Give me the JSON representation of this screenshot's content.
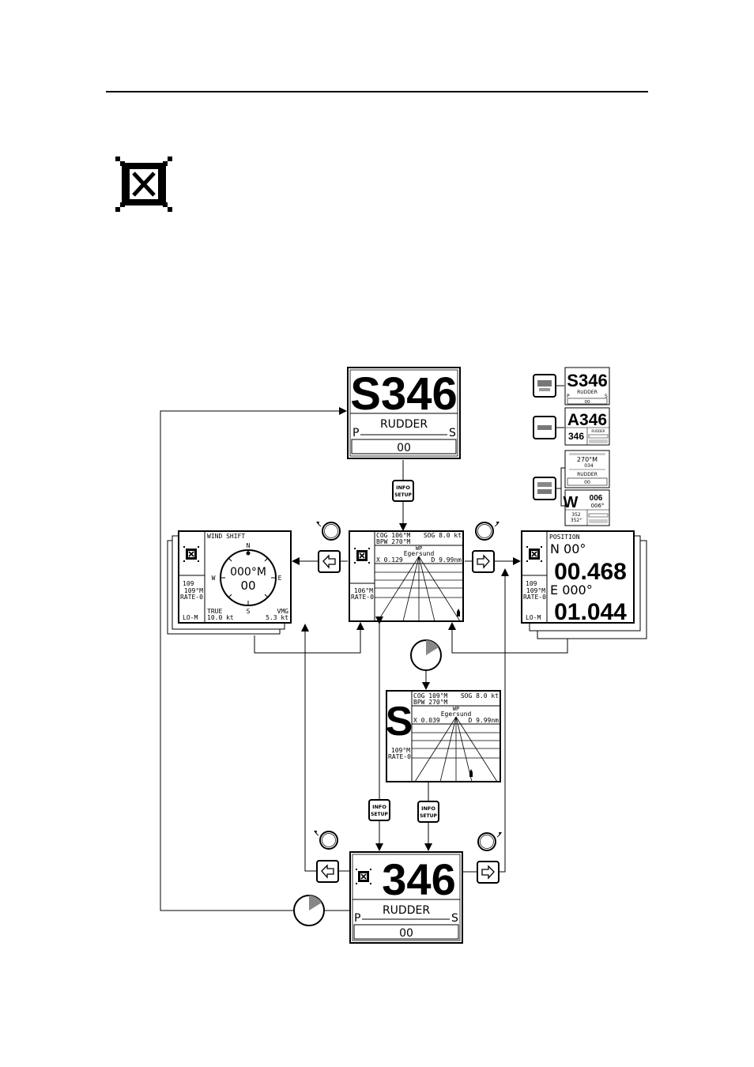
{
  "screens": {
    "standby_top": {
      "heading": "S346",
      "label": "RUDDER",
      "port": "P",
      "stbd": "S",
      "value": "00"
    },
    "nav_center": {
      "cog": "COG 106°M",
      "sog": "SOG  8.0 kt",
      "bpw": "BPW 270°M",
      "wp": "WP",
      "wp_name": "Egersund",
      "xte": "X 0.129",
      "dist": "D  9.99nm",
      "heading": "106°M",
      "rate": "RATE-0"
    },
    "wind_left": {
      "title": "WIND SHIFT",
      "n": "N",
      "e": "E",
      "s": "S",
      "w": "W",
      "angle": "000°M",
      "value": "00",
      "head1": "109",
      "head2": "109°M",
      "rate": "RATE-0",
      "mode": "LO-M",
      "true_label": "TRUE",
      "true_val": "10.0 kt",
      "vmg_label": "VMG",
      "vmg_val": "5.3 kt"
    },
    "pos_right": {
      "title": "POSITION",
      "lat_deg": "N  00°",
      "lat_min": "00.468",
      "lon_deg": "E 000°",
      "lon_min": "01.044",
      "head1": "109",
      "head2": "109°M",
      "rate": "RATE-0",
      "mode": "LO-M"
    },
    "nav_middle": {
      "mode_letter": "S",
      "cog": "COG 109°M",
      "sog": "SOG  8.0 kt",
      "bpw": "BPW 270°M",
      "wp": "WP",
      "wp_name": "Egersund",
      "xte": "X 0.039",
      "dist": "D  9.99nm",
      "heading": "109°M",
      "rate": "RATE-0"
    },
    "bottom": {
      "heading": "346",
      "label": "RUDDER",
      "port": "P",
      "stbd": "S",
      "value": "00"
    },
    "thumb1": {
      "heading": "S346",
      "label": "RUDDER",
      "port": "P",
      "stbd": "S",
      "value": "00"
    },
    "thumb2": {
      "heading": "A346",
      "sub": "346",
      "label": "RUDDER"
    },
    "thumb3": {
      "hdg": "270°M",
      "val": "034",
      "label": "RUDDER",
      "value": "00"
    },
    "thumb4": {
      "mode": "W",
      "a": "006",
      "b": "006°",
      "c": "352",
      "d": "352°"
    }
  },
  "buttons": {
    "info_line1": "INFO",
    "info_line2": "SETUP"
  }
}
